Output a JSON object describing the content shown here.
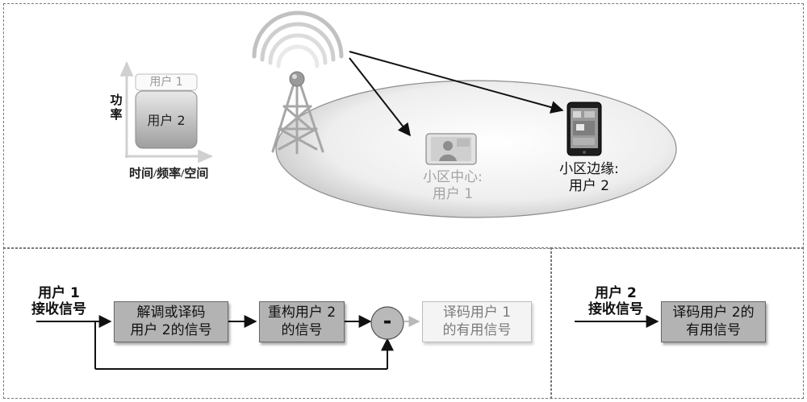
{
  "power_chart": {
    "y_axis_label": "功率",
    "x_axis_label": "时间/频率/空间",
    "user1_label": "用户 1",
    "user2_label": "用户 2"
  },
  "cell": {
    "center_label_line1": "小区中心:",
    "center_label_line2": "用户 1",
    "edge_label_line1": "小区边缘:",
    "edge_label_line2": "用户 2"
  },
  "receiver1": {
    "input_line1": "用户 1",
    "input_line2": "接收信号",
    "block1_line1": "解调或译码",
    "block1_line2": "用户 2的信号",
    "block2_line1": "重构用户 2",
    "block2_line2": "的信号",
    "minus_symbol": "-",
    "block3_line1": "译码用户 1",
    "block3_line2": "的有用信号"
  },
  "receiver2": {
    "input_line1": "用户 2",
    "input_line2": "接收信号",
    "block_line1": "译码用户 2的",
    "block_line2": "有用信号"
  }
}
